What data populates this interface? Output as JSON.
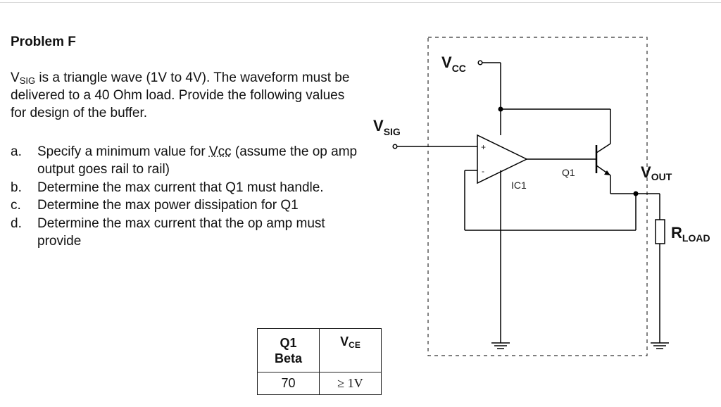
{
  "problem": {
    "title": "Problem F",
    "intro_vsig": "V",
    "intro_vsig_sub": "SIG",
    "intro_text": " is a triangle wave (1V to 4V). The waveform must be delivered to a 40 Ohm load. Provide the following values for design of the buffer.",
    "questions": [
      {
        "letter": "a.",
        "before": "Specify a minimum value for ",
        "vcc": "Vcc",
        "after": " (assume the op amp output goes rail to rail)"
      },
      {
        "letter": "b.",
        "before": "Determine the max current that Q1 must handle.",
        "vcc": "",
        "after": ""
      },
      {
        "letter": "c.",
        "before": "Determine the max power dissipation for Q1",
        "vcc": "",
        "after": ""
      },
      {
        "letter": "d.",
        "before": "Determine the max current that the op amp must provide",
        "vcc": "",
        "after": ""
      }
    ]
  },
  "table": {
    "h1_line1": "Q1",
    "h1_line2": "Beta",
    "h2_main": "V",
    "h2_sub": "CE",
    "v1": "70",
    "v2": "≥ 1V"
  },
  "circuit": {
    "vcc_main": "V",
    "vcc_sub": "CC",
    "vsig_main": "V",
    "vsig_sub": "SIG",
    "vout_main": "V",
    "vout_sub": "OUT",
    "rload_main": "R",
    "rload_sub": "LOAD",
    "opamp_label": "IC1",
    "transistor_label": "Q1",
    "plus_sign": "+",
    "minus_sign": "-"
  }
}
